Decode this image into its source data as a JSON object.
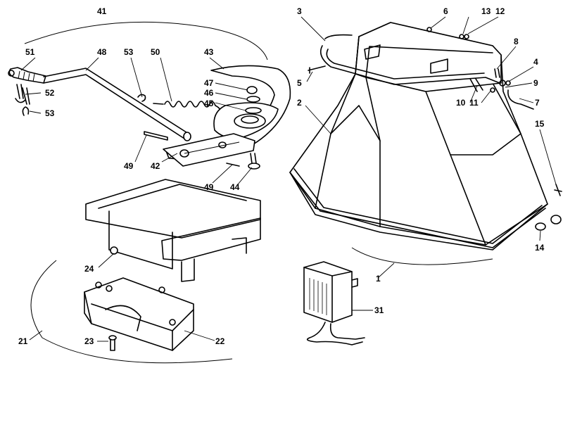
{
  "callouts": {
    "c1": "1",
    "c2": "2",
    "c3": "3",
    "c4": "4",
    "c5": "5",
    "c6": "6",
    "c7": "7",
    "c8": "8",
    "c9": "9",
    "c10": "10",
    "c11": "11",
    "c12": "12",
    "c13": "13",
    "c14": "14",
    "c15": "15",
    "c21": "21",
    "c22": "22",
    "c23": "23",
    "c24": "24",
    "c31": "31",
    "c41": "41",
    "c42": "42",
    "c43": "43",
    "c44": "44",
    "c45": "45",
    "c46": "46",
    "c47": "47",
    "c48": "48",
    "c49a": "49",
    "c49b": "49",
    "c50": "50",
    "c51": "51",
    "c52": "52",
    "c53a": "53",
    "c53b": "53"
  }
}
